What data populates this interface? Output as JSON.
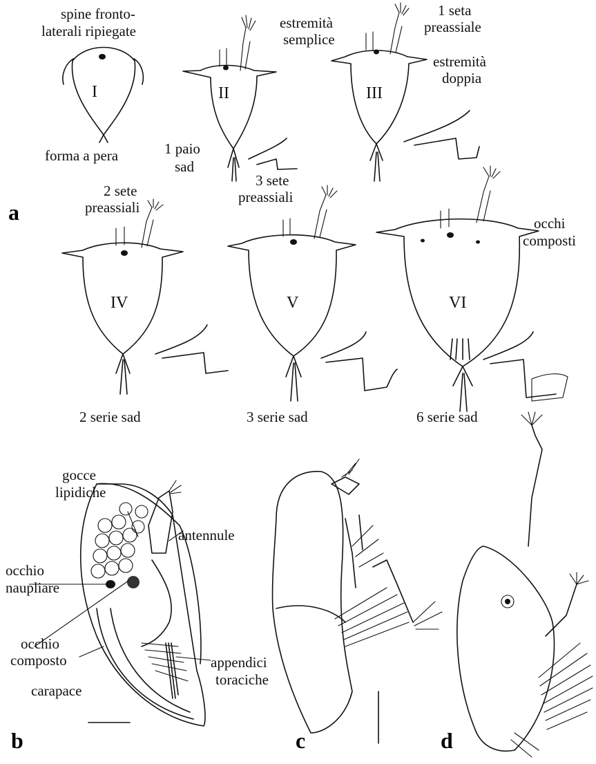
{
  "panels": {
    "a": "a",
    "b": "b",
    "c": "c",
    "d": "d"
  },
  "stages": [
    "I",
    "II",
    "III",
    "IV",
    "V",
    "VI"
  ],
  "labels_a": {
    "spine_line1": "spine fronto-",
    "spine_line2": "laterali ripiegate",
    "pear": "forma a pera",
    "simple_line1": "estremità",
    "simple_line2": "semplice",
    "seta1_line1": "1 seta",
    "seta1_line2": "preassiale",
    "double_line1": "estremità",
    "double_line2": "doppia",
    "pair_line1": "1 paio",
    "pair_line2": "sad",
    "sete2_line1": "2 sete",
    "sete2_line2": "preassiali",
    "sete3_line1": "3 sete",
    "sete3_line2": "preassiali",
    "eyes_line1": "occhi",
    "eyes_line2": "composti",
    "serie2": "2 serie sad",
    "serie3": "3 serie sad",
    "serie6": "6 serie sad"
  },
  "labels_b": {
    "gocce_line1": "gocce",
    "gocce_line2": "lipidiche",
    "antennule": "antennule",
    "naup_line1": "occhio",
    "naup_line2": "naupliare",
    "comp_line1": "occhio",
    "comp_line2": "composto",
    "append_line1": "appendici",
    "append_line2": "toraciche",
    "carapace": "carapace"
  }
}
